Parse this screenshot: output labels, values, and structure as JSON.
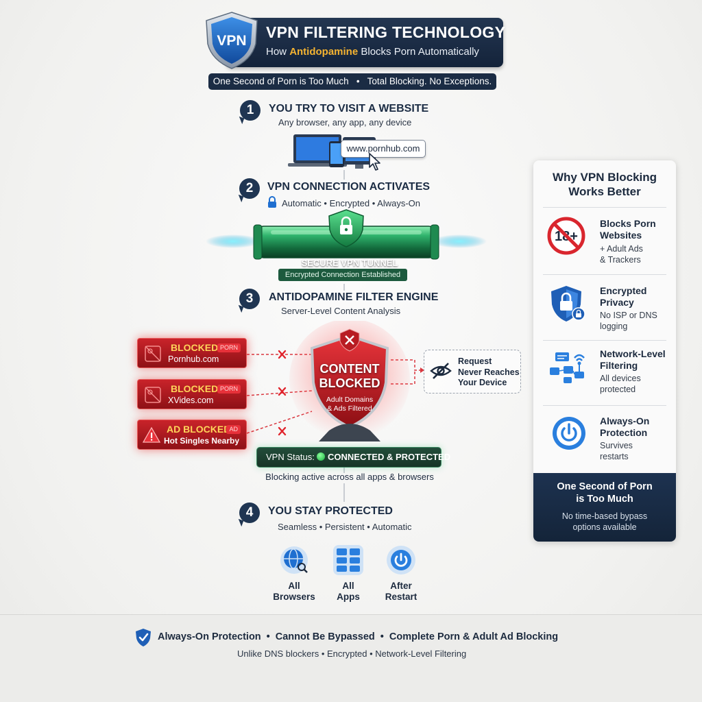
{
  "header": {
    "title": "VPN FILTERING TECHNOLOGY",
    "logo_text": "VPN",
    "subtitle_prefix": "How ",
    "subtitle_brand": "Antidopamine",
    "subtitle_suffix": " Blocks Porn Automatically",
    "tagline": "One Second of Porn is Too Much   •   Total Blocking. No Exceptions."
  },
  "steps": [
    {
      "number": "1",
      "title": "YOU TRY TO VISIT A WEBSITE",
      "subtitle": "Any browser, any app, any device"
    },
    {
      "number": "2",
      "title": "VPN CONNECTION ACTIVATES",
      "subtitle": "Automatic • Encrypted • Always-On"
    },
    {
      "number": "3",
      "title": "ANTIDOPAMINE FILTER ENGINE",
      "subtitle": "Server-Level Content Analysis"
    },
    {
      "number": "4",
      "title": "YOU STAY PROTECTED",
      "subtitle": "Seamless • Persistent • Automatic"
    }
  ],
  "url_bar": "www.pornhub.com",
  "tunnel": {
    "label": "SECURE VPN TUNNEL",
    "sublabel": "Encrypted Connection Established"
  },
  "blocked_items": [
    {
      "title": "BLOCKED",
      "tag": "PORN",
      "site": "Pornhub.com"
    },
    {
      "title": "BLOCKED",
      "tag": "PORN",
      "site": "XVides.com"
    },
    {
      "title": "AD BLOCKED",
      "tag": "AD",
      "site": "Hot Singles Nearby"
    }
  ],
  "filter_shield": {
    "title_line1": "CONTENT",
    "title_line2": "BLOCKED",
    "sub_line1": "Adult Domains",
    "sub_line2": "& Ads Filtered"
  },
  "request_note": {
    "line1": "Request",
    "line2": "Never Reaches",
    "line3": "Your Device"
  },
  "status": {
    "label": "VPN Status:",
    "value": "CONNECTED & PROTECTED",
    "note": "Blocking active across all apps & browsers"
  },
  "features": [
    {
      "line1": "All",
      "line2": "Browsers",
      "icon": "globe-icon"
    },
    {
      "line1": "All",
      "line2": "Apps",
      "icon": "app-grid-icon"
    },
    {
      "line1": "After",
      "line2": "Restart",
      "icon": "power-icon"
    }
  ],
  "panel": {
    "title_line1": "Why VPN Blocking",
    "title_line2": "Works Better",
    "items": [
      {
        "title_line1": "Blocks Porn",
        "title_line2": "Websites",
        "sub_line1": "+ Adult Ads",
        "sub_line2": "& Trackers",
        "icon": "no-18-plus-icon",
        "icon_text": "18+"
      },
      {
        "title_line1": "Encrypted",
        "title_line2": "Privacy",
        "sub_line1": "No ISP or DNS",
        "sub_line2": "logging",
        "icon": "shield-lock-icon"
      },
      {
        "title_line1": "Network-Level",
        "title_line2": "Filtering",
        "sub_line1": "All devices",
        "sub_line2": "protected",
        "icon": "network-devices-icon"
      },
      {
        "title_line1": "Always-On",
        "title_line2": "Protection",
        "sub_line1": "Survives",
        "sub_line2": "restarts",
        "icon": "power-icon"
      }
    ],
    "footer_title_line1": "One Second of Porn",
    "footer_title_line2": "is Too Much",
    "footer_sub_line1": "No time-based bypass",
    "footer_sub_line2": "options available"
  },
  "footer": {
    "items": [
      "Always-On Protection",
      "Cannot Be Bypassed",
      "Complete Porn & Adult Ad Blocking"
    ],
    "sub": "Unlike DNS blockers • Encrypted • Network-Level Filtering"
  },
  "colors": {
    "navy": "#1b2c44",
    "accent_orange": "#f4b331",
    "danger_red": "#c9232a",
    "success_green": "#25a35a",
    "link_blue": "#1f6fd0"
  }
}
